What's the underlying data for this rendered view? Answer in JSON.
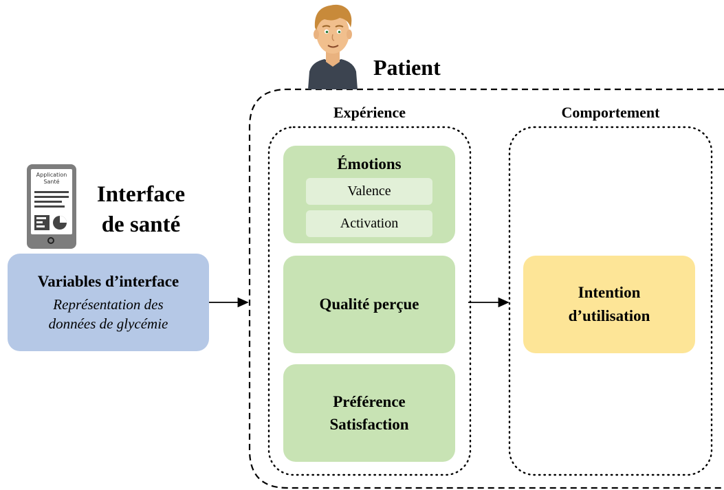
{
  "patient": {
    "title": "Patient"
  },
  "interface": {
    "title_line1": "Interface",
    "title_line2": "de santé",
    "device_app_line1": "Application",
    "device_app_line2": "Santé"
  },
  "variables": {
    "title": "Variables d’interface",
    "desc_line1": "Représentation des",
    "desc_line2": "données de glycémie"
  },
  "experience": {
    "header": "Expérience",
    "emotions": {
      "title": "Émotions",
      "items": [
        "Valence",
        "Activation"
      ]
    },
    "quality": "Qualité perçue",
    "preference_line1": "Préférence",
    "preference_line2": "Satisfaction"
  },
  "behavior": {
    "header": "Comportement",
    "intention_line1": "Intention",
    "intention_line2": "d’utilisation"
  },
  "colors": {
    "experience_boxes": "#c8e3b4",
    "experience_sub": "#e2f0d8",
    "variables_box": "#b5c8e6",
    "intention_box": "#fde597"
  }
}
